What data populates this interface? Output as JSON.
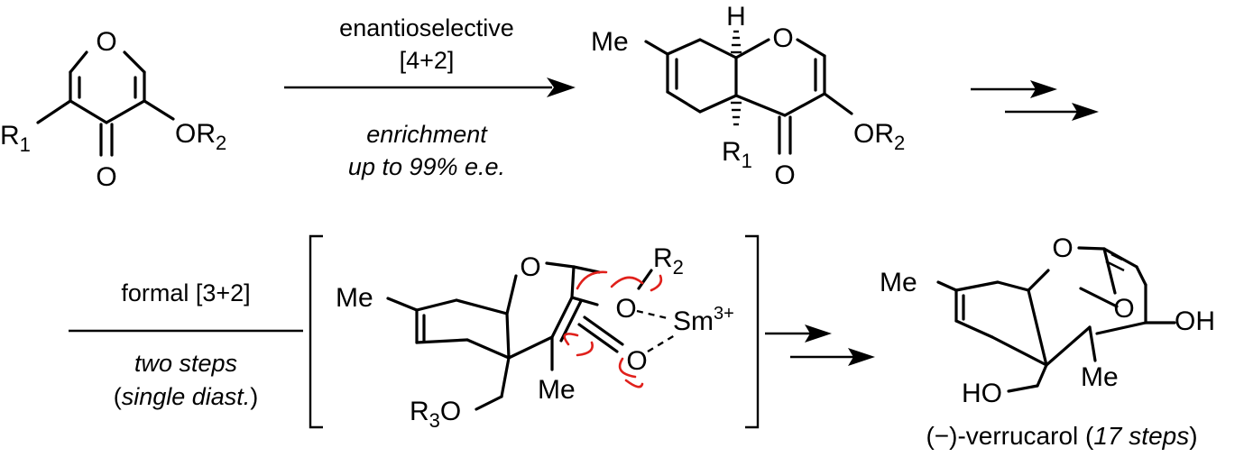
{
  "colors": {
    "ink": "#000000",
    "arrow_push": "#e0201b",
    "background": "#ffffff"
  },
  "labels": {
    "O": "O",
    "Me": "Me",
    "H": "H",
    "OH": "OH",
    "HO": "HO",
    "R": "R",
    "OR": "OR",
    "Sm": "Sm",
    "sub1": "1",
    "sub2": "2",
    "sub3": "3",
    "sup3plus": "3+"
  },
  "step1": {
    "line1": "enantioselective",
    "line2": "[4+2]",
    "line3": "enrichment",
    "line4": "up to 99% e.e."
  },
  "step2": {
    "line1": "formal [3+2]",
    "line2": "two steps",
    "line3_open": "(",
    "line3_italic": "single diast.",
    "line3_close": ")"
  },
  "product": {
    "name": "(−)-verrucarol (",
    "steps_italic": "17 steps",
    "close": ")"
  }
}
